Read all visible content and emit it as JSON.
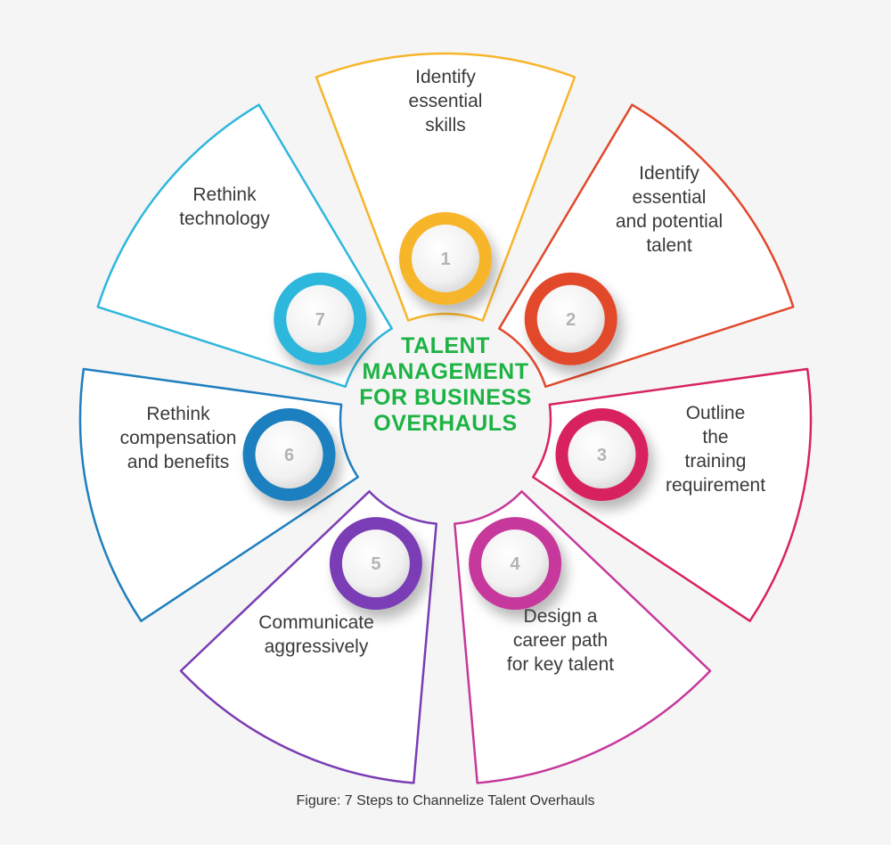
{
  "center_title": "TALENT\nMANAGEMENT\nFOR BUSINESS\nOVERHAULS",
  "caption": "Figure: 7 Steps to Channelize Talent Overhauls",
  "colors": {
    "title": "#1db344",
    "step1": "#f7b52b",
    "step2": "#e2482c",
    "step3": "#d8245f",
    "step4": "#c6389b",
    "step5": "#7a3cb5",
    "step6": "#1f7fbf",
    "step7": "#2fb7dc"
  },
  "steps": [
    {
      "number": "1",
      "label": "Identify\nessential\nskills"
    },
    {
      "number": "2",
      "label": "Identify\nessential\nand potential\ntalent"
    },
    {
      "number": "3",
      "label": "Outline\nthe\ntraining\nrequirement"
    },
    {
      "number": "4",
      "label": "Design a\ncareer path\nfor key talent"
    },
    {
      "number": "5",
      "label": "Communicate\naggressively"
    },
    {
      "number": "6",
      "label": "Rethink\ncompensation\nand benefits"
    },
    {
      "number": "7",
      "label": "Rethink\ntechnology"
    }
  ]
}
